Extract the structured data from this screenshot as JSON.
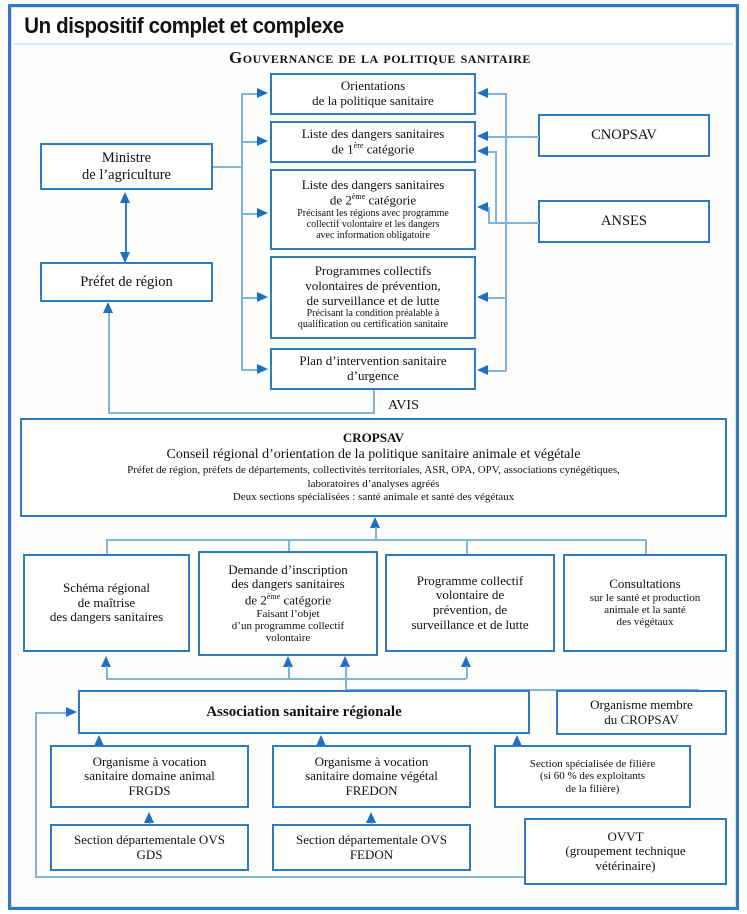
{
  "title": "Un dispositif complet et complexe",
  "section_heading": "Gouvernance de la politique sanitaire",
  "colors": {
    "border_blue": "#2e7bc0",
    "connector_blue": "#7fb4dd",
    "arrow_blue": "#1f6fc0",
    "text": "#111111",
    "background": "#ffffff"
  },
  "labels": {
    "avis": "AVIS"
  },
  "left_column": {
    "ministre": {
      "line1": "Ministre",
      "line2": "de l’agriculture"
    },
    "prefet": {
      "line1": "Préfet de région"
    }
  },
  "governance_boxes": [
    {
      "id": "orientations",
      "line1": "Orientations",
      "line2": "de la politique sanitaire"
    },
    {
      "id": "liste-1ere-categorie",
      "line1": "Liste des dangers sanitaires",
      "line2_pre": "de 1",
      "line2_sup": "ère",
      "line2_post": " catégorie"
    },
    {
      "id": "liste-2eme-categorie",
      "line1": "Liste des dangers sanitaires",
      "line2_pre": "de 2",
      "line2_sup": "ème",
      "line2_post": " catégorie",
      "note1": "Précisant les régions avec programme",
      "note2": "collectif  volontaire et les dangers",
      "note3": "avec information obligatoire"
    },
    {
      "id": "programmes-collectifs",
      "line1": "Programmes collectifs",
      "line2": "volontaires de prévention,",
      "line3": "de surveillance et de lutte",
      "note1": "Précisant la condition préalable à",
      "note2": "qualification ou certification sanitaire"
    },
    {
      "id": "plan-intervention",
      "line1": "Plan d’intervention sanitaire",
      "line2": "d’urgence"
    }
  ],
  "right_column": [
    {
      "id": "cnopsav",
      "label": "CNOPSAV"
    },
    {
      "id": "anses",
      "label": "ANSES"
    }
  ],
  "cropsav": {
    "title": "CROPSAV",
    "subtitle": "Conseil régional d’orientation de la politique sanitaire animale et végétale",
    "members1": "Préfet de région, préfets de départements, collectivités territoriales, ASR, OPA, OPV, associations cynégétiques,",
    "members2": "laboratoires d’analyses agréés",
    "sections": "Deux sections spécialisées : santé animale et santé des végétaux"
  },
  "cropsav_outputs": [
    {
      "id": "schema-regional",
      "line1": "Schéma régional",
      "line2": "de maîtrise",
      "line3": "des dangers sanitaires"
    },
    {
      "id": "demande-inscription",
      "line1": "Demande d’inscription",
      "line2": "des dangers sanitaires",
      "line3_pre": "de 2",
      "line3_sup": "ème",
      "line3_post": " catégorie",
      "note1": "Faisant l’objet",
      "note2": "d’un programme collectif",
      "note3": "volontaire"
    },
    {
      "id": "programme-collectif-volontaire",
      "line1": "Programme collectif",
      "line2": "volontaire de",
      "line3": "prévention, de",
      "line4": "surveillance et de lutte"
    },
    {
      "id": "consultations",
      "line1": "Consultations",
      "note1": "sur le santé et production",
      "note2": "animale et la santé",
      "note3": "des végétaux"
    }
  ],
  "association": {
    "label": "Association sanitaire régionale"
  },
  "organisme_membre": {
    "line1": "Organisme membre",
    "line2": "du CROPSAV"
  },
  "ovs_boxes": [
    {
      "id": "ovs-animal",
      "line1": "Organisme à vocation",
      "line2": "sanitaire domaine animal",
      "line3": "FRGDS"
    },
    {
      "id": "ovs-vegetal",
      "line1": "Organisme à vocation",
      "line2": "sanitaire domaine végétal",
      "line3": "FREDON"
    },
    {
      "id": "section-filiere",
      "line1": "Section spécialisée de filière",
      "line2": "(si 60 % des exploitants",
      "line3": "de la filière)"
    }
  ],
  "departmental_boxes": [
    {
      "id": "section-dept-gds",
      "line1": "Section départementale OVS",
      "line2": "GDS"
    },
    {
      "id": "section-dept-fedon",
      "line1": "Section départementale OVS",
      "line2": "FEDON"
    }
  ],
  "ovvt": {
    "line1": "OVVT",
    "line2": "(groupement technique",
    "line3": "vétérinaire)"
  }
}
